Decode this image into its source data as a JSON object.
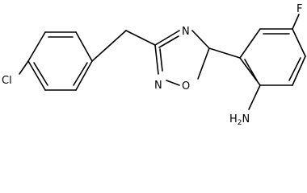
{
  "labels": {
    "chlorine": "Cl",
    "fluorine": "F",
    "amine_base": "H",
    "amine_subscript": "2",
    "amine_tail": "N",
    "ring_nitrogen_top": "N",
    "ring_nitrogen_bottom": "N",
    "ring_oxygen": "O"
  },
  "colors": {
    "bond": "#000000",
    "text": "#000000",
    "background": "#ffffff"
  }
}
